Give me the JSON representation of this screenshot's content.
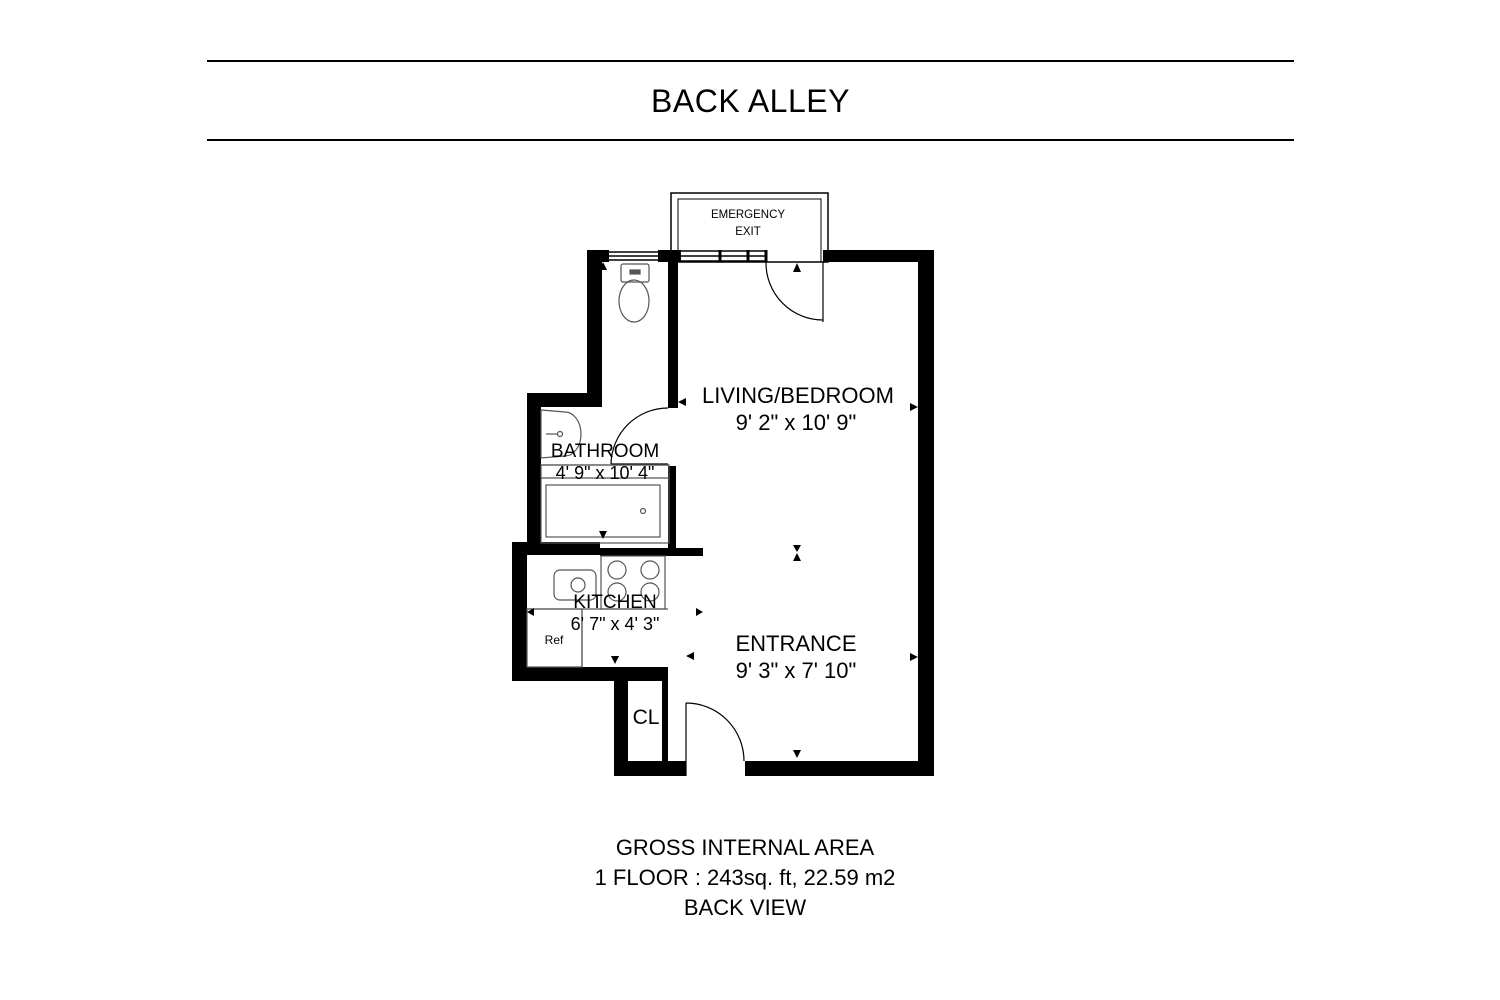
{
  "header": {
    "title": "BACK ALLEY"
  },
  "rooms": {
    "emergency_exit": {
      "line1": "EMERGENCY",
      "line2": "EXIT"
    },
    "living_bedroom": {
      "name": "LIVING/BEDROOM",
      "dimensions": "9' 2\" x 10' 9\""
    },
    "bathroom": {
      "name": "BATHROOM",
      "dimensions": "4' 9\" x 10' 4\""
    },
    "kitchen": {
      "name": "KITCHEN",
      "dimensions": "6' 7\" x 4' 3\""
    },
    "entrance": {
      "name": "ENTRANCE",
      "dimensions": "9' 3\" x 7' 10\""
    },
    "closet": {
      "name": "CL"
    },
    "refrigerator": {
      "name": "Ref"
    }
  },
  "footer": {
    "line1": "GROSS INTERNAL AREA",
    "line2": "1 FLOOR : 243sq. ft, 22.59 m2",
    "line3": "BACK VIEW"
  },
  "colors": {
    "wall": "#000000",
    "background": "#ffffff",
    "fixture_stroke": "#555555"
  }
}
